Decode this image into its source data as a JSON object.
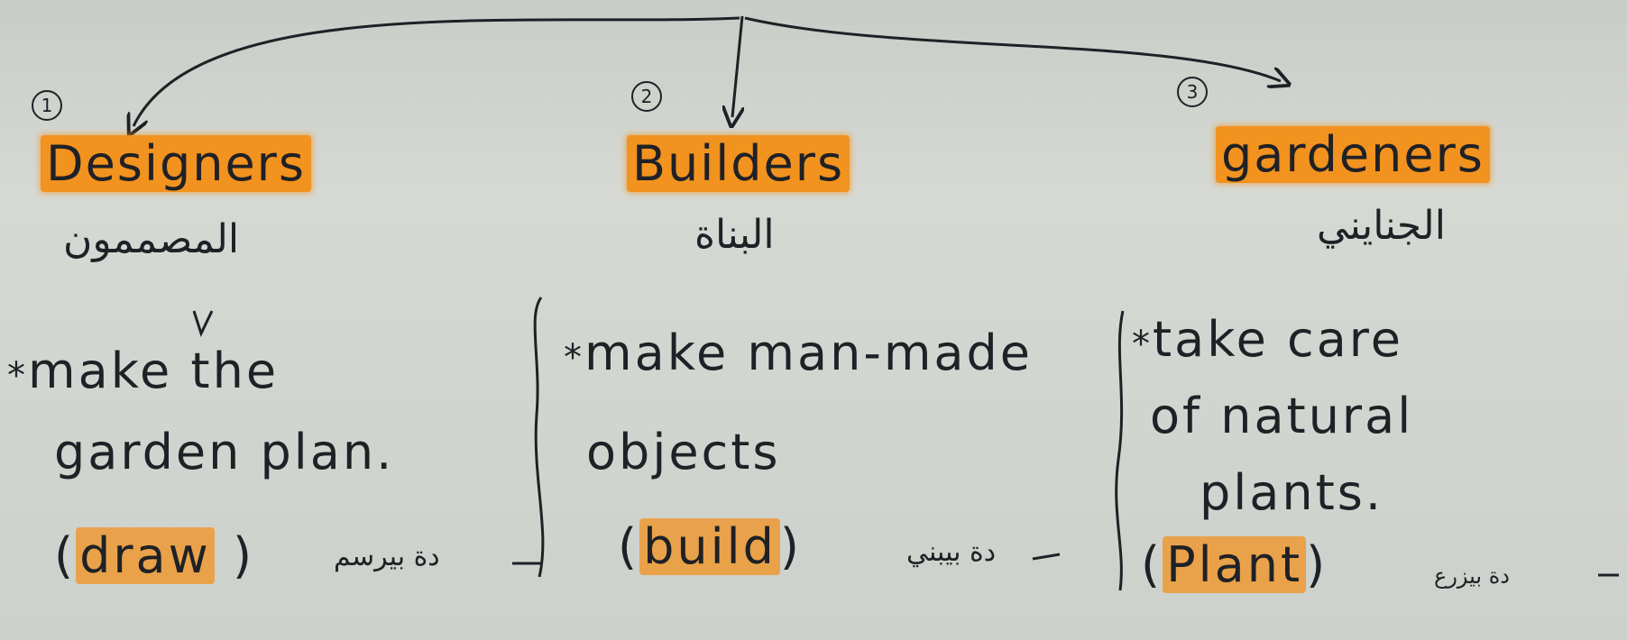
{
  "columns": [
    {
      "number": "1",
      "title": "Designers",
      "arabic": "المصممون",
      "bullet": "*",
      "lines": [
        "make the",
        "garden plan."
      ],
      "verb_open": "(",
      "verb": "draw",
      "verb_close": ")",
      "verb_arabic": "دة بيرسم"
    },
    {
      "number": "2",
      "title": "Builders",
      "arabic": "البناة",
      "bullet": "*",
      "lines": [
        "make man-made",
        "objects"
      ],
      "verb_open": "(",
      "verb": "build",
      "verb_close": ")",
      "verb_arabic": "دة بيبني"
    },
    {
      "number": "3",
      "title": "gardeners",
      "arabic": "الجنايني",
      "bullet": "*",
      "lines": [
        "take care",
        "of natural",
        "plants."
      ],
      "verb_open": "(",
      "verb": "Plant",
      "verb_close": ")",
      "verb_arabic": "دة بيزرع"
    }
  ],
  "colors": {
    "highlight": "#f2921f",
    "ink": "#1f2126",
    "paper": "#d3d6d0"
  }
}
